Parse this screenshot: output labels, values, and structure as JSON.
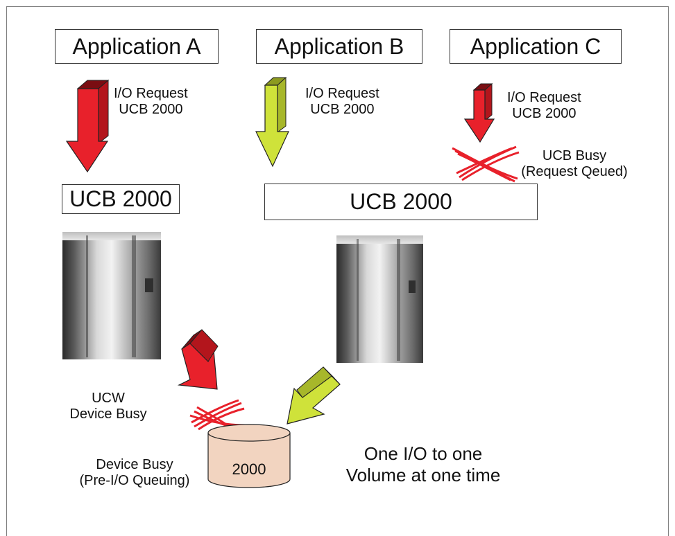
{
  "applications": [
    {
      "label": "Application A"
    },
    {
      "label": "Application B"
    },
    {
      "label": "Application C"
    }
  ],
  "requests": [
    {
      "line1": "I/O Request",
      "line2": "UCB 2000",
      "color": "#e8212b"
    },
    {
      "line1": "I/O Request",
      "line2": "UCB 2000",
      "color": "#cfe23a"
    },
    {
      "line1": "I/O Request",
      "line2": "UCB 2000",
      "color": "#e8212b"
    }
  ],
  "ucb_boxes": [
    {
      "label": "UCB 2000"
    },
    {
      "label": "UCB 2000"
    }
  ],
  "ucb_busy": {
    "line1": "UCB Busy",
    "line2": "(Request Qeued)"
  },
  "ucw_busy": {
    "line1": "UCW",
    "line2": "Device Busy"
  },
  "device_busy": {
    "line1": "Device Busy",
    "line2": "(Pre-I/O Queuing)"
  },
  "volume": {
    "label": "2000",
    "fill": "#f2d4c0"
  },
  "summary": {
    "line1": "One I/O to one",
    "line2": "Volume at one time"
  },
  "colors": {
    "red_arrow": "#e8212b",
    "green_arrow": "#cfe23a",
    "cross": "#e8212b"
  }
}
